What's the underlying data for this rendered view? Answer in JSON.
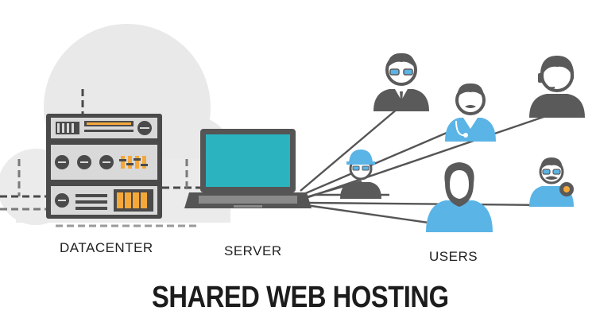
{
  "labels": {
    "datacenter": "DATACENTER",
    "server": "SERVER",
    "users": "USERS"
  },
  "title": "SHARED WEB HOSTING",
  "colors": {
    "background_blob": "#e8e8e8",
    "rack_dark": "#4a4a4a",
    "rack_light": "#e0e0e0",
    "rack_orange": "#f5a83a",
    "laptop_screen": "#2bb3c0",
    "laptop_body": "#555555",
    "user_dark": "#5a5a5a",
    "user_blue": "#5ab4e6",
    "connection_line": "#555555"
  },
  "users": [
    {
      "id": "user-glasses",
      "color": "dark"
    },
    {
      "id": "user-doctor",
      "color": "blue"
    },
    {
      "id": "user-headset",
      "color": "dark"
    },
    {
      "id": "user-builder",
      "color": "blue"
    },
    {
      "id": "user-hood",
      "color": "blue"
    },
    {
      "id": "user-mustache",
      "color": "blue"
    }
  ]
}
